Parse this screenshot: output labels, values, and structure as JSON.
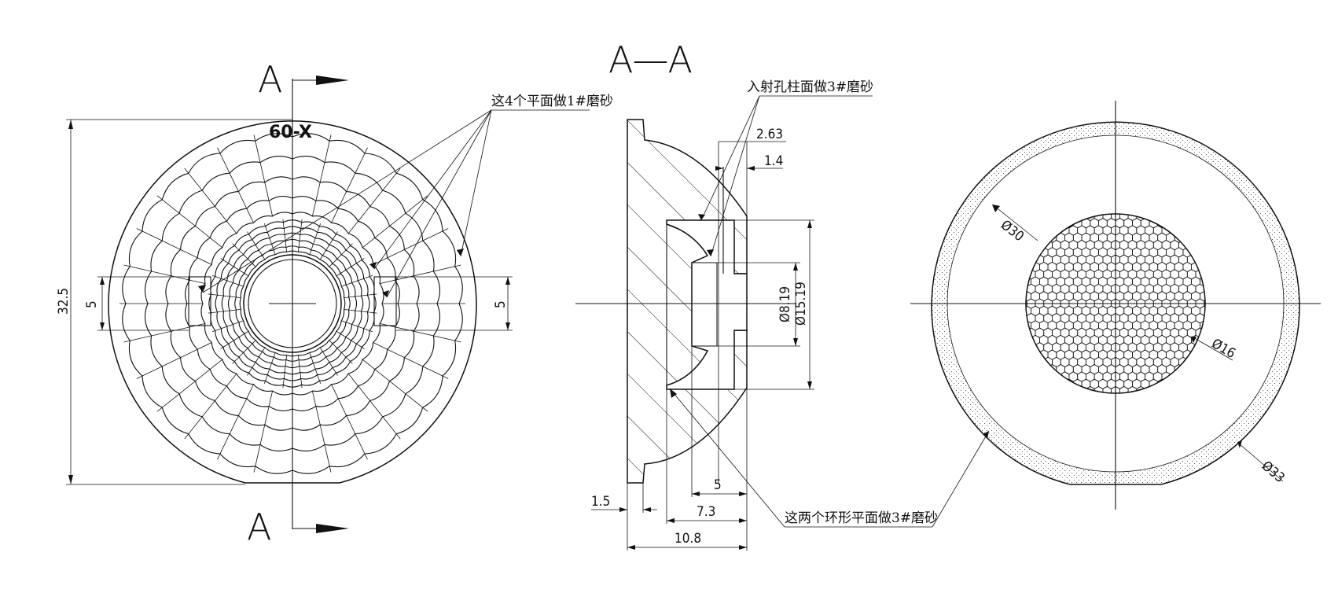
{
  "view_left": {
    "section_top_letter": "A",
    "section_bottom_letter": "A",
    "model_mark": "60-X",
    "dim_diameter": "32.5",
    "dim_slot_left": "5",
    "dim_slot_right": "5",
    "note_flats": "这4个平面做1#磨砂"
  },
  "view_section": {
    "title": "A—A",
    "note_bore": "入射孔柱面做3#磨砂",
    "note_rings": "这两个环形平面做3#磨砂",
    "dim_2_63": "2.63",
    "dim_1_4": "1.4",
    "dim_d8_19": "Ø8.19",
    "dim_d15_19": "Ø15.19",
    "dim_1_5": "1.5",
    "dim_5": "5",
    "dim_7_3": "7.3",
    "dim_10_8": "10.8"
  },
  "view_right": {
    "dim_d30": "Ø30",
    "dim_d16": "Ø16",
    "dim_d33": "Ø33"
  }
}
